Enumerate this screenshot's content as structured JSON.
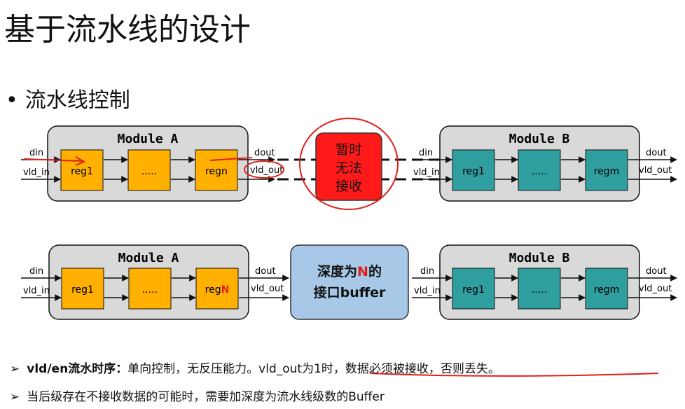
{
  "title": "基于流水线的设计",
  "bullet": "流水线控制",
  "diagram": {
    "module_a": "Module A",
    "module_b": "Module B",
    "signals": {
      "din": "din",
      "vld_in": "vld_in",
      "dout": "dout",
      "vld_out": "vld_out"
    },
    "regs": {
      "reg1": "reg1",
      "dots": ".....",
      "regn": "regn",
      "regN_prefix": "reg",
      "regN_suffix": "N",
      "regm": "regm"
    },
    "stall_box": [
      "暂时",
      "无法",
      "接收"
    ],
    "buffer_box": {
      "line1_a": "深度为",
      "line1_n": "N",
      "line1_b": "的",
      "line2": "接口buffer"
    },
    "colors": {
      "module_fill": "#d9d9d9",
      "reg_a": "#ffb000",
      "reg_b": "#2f9e9e",
      "stall": "#ff1a1a",
      "buffer": "#a8c8e8",
      "annot": "#e0201a"
    }
  },
  "notes": [
    {
      "bold": "vld/en流水时序：",
      "text_a": "单向控制，无反压能力。vld_",
      "underlined": "out为1时，数据必须被接收，否则丢失",
      "text_b": "。"
    },
    {
      "text": "当后级存在不接收数据的可能时，需要加深度为流水线级数的Buffer"
    }
  ]
}
